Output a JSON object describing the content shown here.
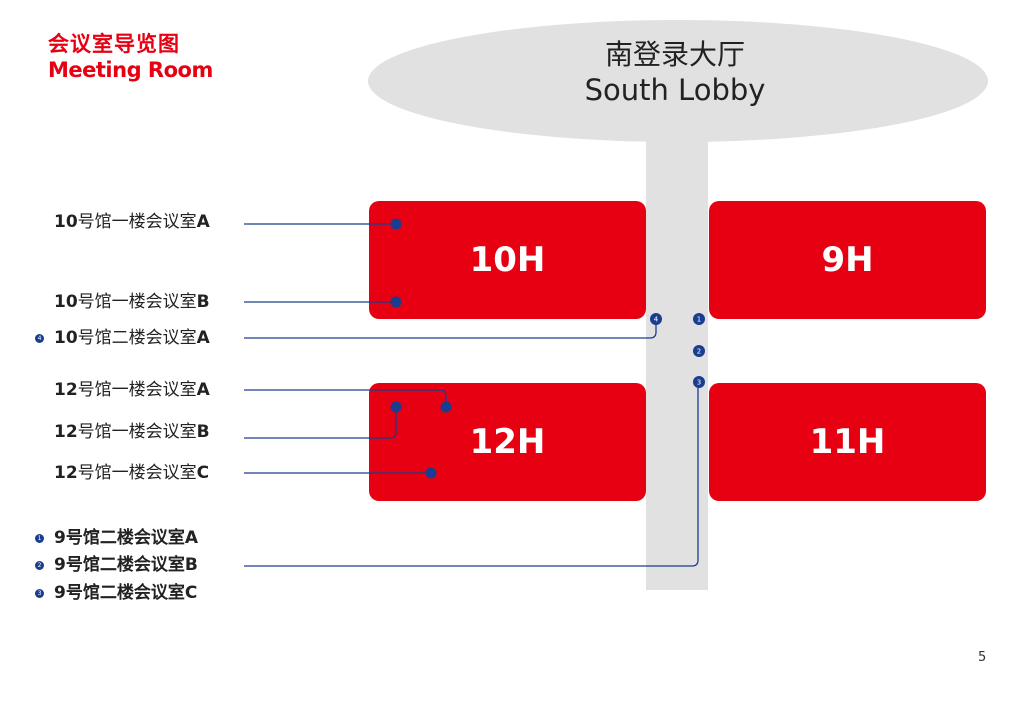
{
  "title": {
    "cn": "会议室导览图",
    "en": "Meeting Room"
  },
  "lobby": {
    "cn": "南登录大厅",
    "en": "South Lobby"
  },
  "halls": [
    {
      "id": "10h",
      "label": "10H"
    },
    {
      "id": "9h",
      "label": "9H"
    },
    {
      "id": "12h",
      "label": "12H"
    },
    {
      "id": "11h",
      "label": "11H"
    }
  ],
  "rooms": [
    {
      "hall_no": "10",
      "middle": "号馆一楼会议室",
      "room": "A",
      "marker": ""
    },
    {
      "hall_no": "10",
      "middle": "号馆一楼会议室",
      "room": "B",
      "marker": ""
    },
    {
      "hall_no": "10",
      "middle": "号馆二楼会议室",
      "room": "A",
      "marker": "4"
    },
    {
      "hall_no": "12",
      "middle": "号馆一楼会议室",
      "room": "A",
      "marker": ""
    },
    {
      "hall_no": "12",
      "middle": "号馆一楼会议室",
      "room": "B",
      "marker": ""
    },
    {
      "hall_no": "12",
      "middle": "号馆一楼会议室",
      "room": "C",
      "marker": ""
    },
    {
      "hall_no": "9",
      "middle": "号馆二楼会议室",
      "room": "A",
      "marker": "1"
    },
    {
      "hall_no": "9",
      "middle": "号馆二楼会议室",
      "room": "B",
      "marker": "2"
    },
    {
      "hall_no": "9",
      "middle": "号馆二楼会议室",
      "room": "C",
      "marker": "3"
    }
  ],
  "corridor_markers": [
    "1",
    "2",
    "3",
    "4"
  ],
  "page_number": "5",
  "colors": {
    "accent": "#e60012",
    "line": "#1a3d8f",
    "lobby": "#e1e1e1"
  }
}
